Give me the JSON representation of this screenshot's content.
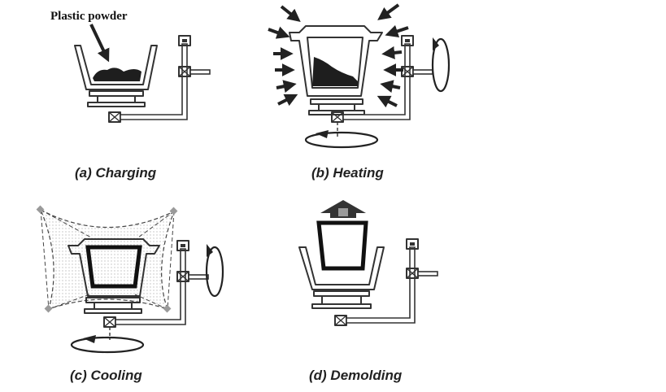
{
  "callout": {
    "text": "Plastic powder"
  },
  "panels": [
    {
      "caption": "(a) Charging"
    },
    {
      "caption": "(b) Heating"
    },
    {
      "caption": "(c) Cooling"
    },
    {
      "caption": "(d) Demolding"
    }
  ],
  "colors": {
    "ink": "#333333",
    "powder": "#1e1e1e",
    "cooling_hatch": "#bdbdbd",
    "caption": "#222222"
  }
}
